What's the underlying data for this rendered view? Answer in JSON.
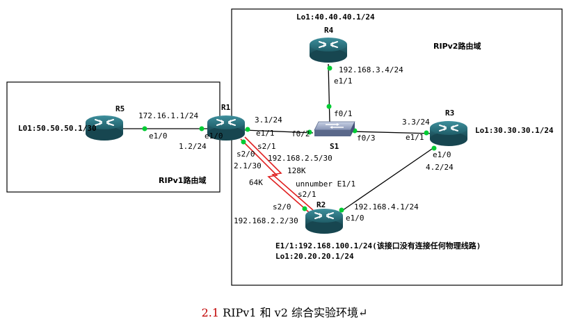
{
  "domains": {
    "rip1": "RIPv1路由域",
    "rip2": "RIPv2路由域"
  },
  "routers": {
    "r1": {
      "name": "R1"
    },
    "r2": {
      "name": "R2"
    },
    "r3": {
      "name": "R3"
    },
    "r4": {
      "name": "R4"
    },
    "r5": {
      "name": "R5"
    }
  },
  "switch": {
    "name": "S1"
  },
  "labels": {
    "r4_lo": "Lo1:40.40.40.1/24",
    "r4_ip": "192.168.3.4/24",
    "r4_if": "e1/1",
    "s1_f01": "f0/1",
    "s1_f02": "f0/2",
    "s1_f03": "f0/3",
    "r5_lo": "L01:50.50.50.1/30",
    "r5_if": "e1/0",
    "r5_ip": "172.16.1.1/24",
    "r1_e10": "e1/0",
    "r1_ip12": "1.2/24",
    "r1_ip31": "3.1/24",
    "r1_e11": "e1/1",
    "r1_s21": "s2/1",
    "r1_s20": "s2/0",
    "r1_ip25": "192.168.2.5/30",
    "r1_ip21": "2.1/30",
    "bw128": "128K",
    "bw64": "64K",
    "unnumber": "unnumber E1/1",
    "r2_s21": "s2/1",
    "r2_s20": "s2/0",
    "r2_ip22": "192.168.2.2/30",
    "r2_ip41": "192.168.4.1/24",
    "r2_e10": "e1/0",
    "r2_e11": "E1/1:192.168.100.1/24(该接口没有连接任何物理线路)",
    "r2_lo": "Lo1:20.20.20.1/24",
    "r3_ip33": "3.3/24",
    "r3_e11": "e1/1",
    "r3_lo": "Lo1:30.30.30.1/24",
    "r3_e10": "e1/0",
    "r3_ip42": "4.2/24"
  },
  "caption": {
    "number": "2.1",
    "text": " RIPv1 和 v2 综合实验环境",
    "mark": "↵"
  },
  "colors": {
    "router": "#2f7a86",
    "link": "#000000",
    "serial": "#e02020",
    "port": "#00cc33",
    "switch": "#6f7fa0"
  }
}
